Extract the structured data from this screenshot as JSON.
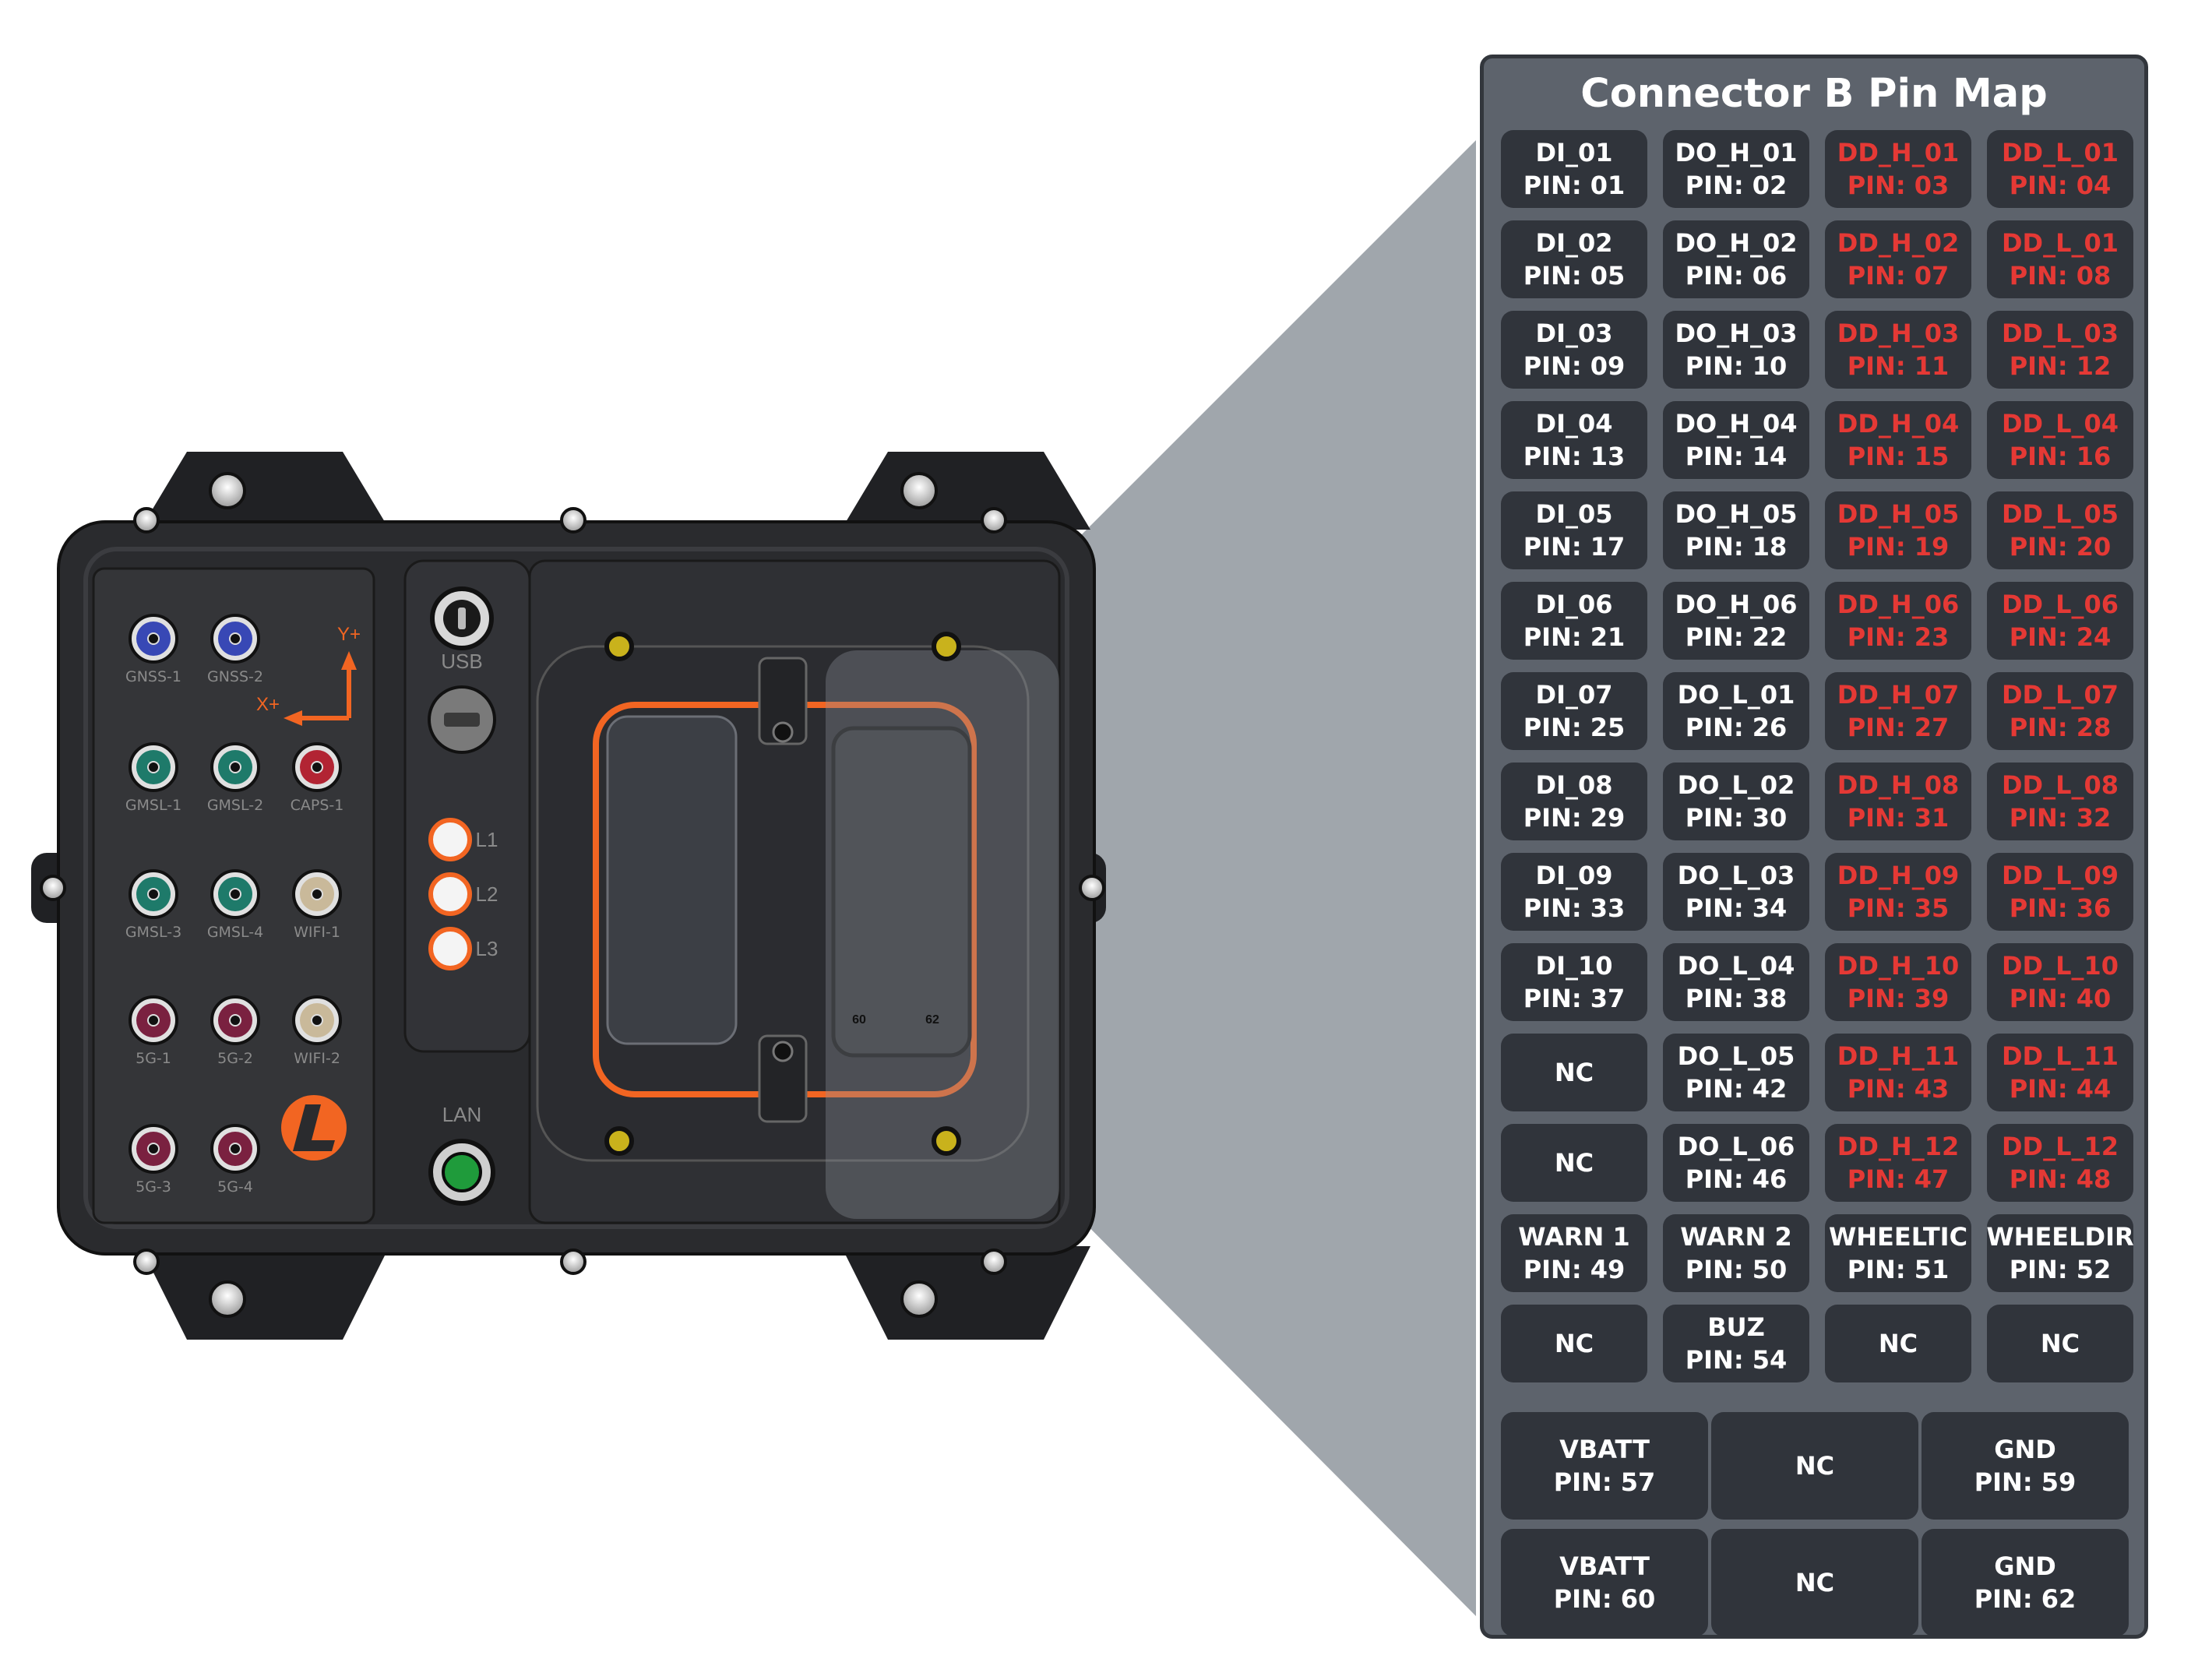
{
  "title": "Connector B Pin Map",
  "colors": {
    "panel": "#5d636c",
    "cell": "#30343b",
    "text": "#ffffff",
    "accent": "#e53935",
    "axis": "#f26522"
  },
  "device": {
    "axis_labels": [
      "Y+",
      "X+"
    ],
    "connectors": [
      {
        "label": "GNSS-1",
        "color": "#3848b5"
      },
      {
        "label": "GNSS-2",
        "color": "#3848b5"
      },
      {
        "label": "GMSL-1",
        "color": "#1e7a6a"
      },
      {
        "label": "GMSL-2",
        "color": "#1e7a6a"
      },
      {
        "label": "CAPS-1",
        "color": "#b22433"
      },
      {
        "label": "GMSL-3",
        "color": "#1e7a6a"
      },
      {
        "label": "GMSL-4",
        "color": "#1e7a6a"
      },
      {
        "label": "WIFI-1",
        "color": "#c9b99a"
      },
      {
        "label": "5G-1",
        "color": "#7a2140"
      },
      {
        "label": "5G-2",
        "color": "#7a2140"
      },
      {
        "label": "WIFI-2",
        "color": "#c9b99a"
      },
      {
        "label": "5G-3",
        "color": "#7a2140"
      },
      {
        "label": "5G-4",
        "color": "#7a2140"
      }
    ],
    "usb_label": "USB",
    "lan_label": "LAN",
    "leds": [
      "L1",
      "L2",
      "L3"
    ],
    "pin_numbers": [
      "60",
      "62"
    ]
  },
  "pin_rows": [
    [
      {
        "name": "DI_01",
        "pin": "PIN: 01"
      },
      {
        "name": "DO_H_01",
        "pin": "PIN: 02"
      },
      {
        "name": "DD_H_01",
        "pin": "PIN: 03",
        "red": true
      },
      {
        "name": "DD_L_01",
        "pin": "PIN: 04",
        "red": true
      }
    ],
    [
      {
        "name": "DI_02",
        "pin": "PIN: 05"
      },
      {
        "name": "DO_H_02",
        "pin": "PIN: 06"
      },
      {
        "name": "DD_H_02",
        "pin": "PIN: 07",
        "red": true
      },
      {
        "name": "DD_L_01",
        "pin": "PIN: 08",
        "red": true
      }
    ],
    [
      {
        "name": "DI_03",
        "pin": "PIN: 09"
      },
      {
        "name": "DO_H_03",
        "pin": "PIN: 10"
      },
      {
        "name": "DD_H_03",
        "pin": "PIN: 11",
        "red": true
      },
      {
        "name": "DD_L_03",
        "pin": "PIN: 12",
        "red": true
      }
    ],
    [
      {
        "name": "DI_04",
        "pin": "PIN: 13"
      },
      {
        "name": "DO_H_04",
        "pin": "PIN: 14"
      },
      {
        "name": "DD_H_04",
        "pin": "PIN: 15",
        "red": true
      },
      {
        "name": "DD_L_04",
        "pin": "PIN: 16",
        "red": true
      }
    ],
    [
      {
        "name": "DI_05",
        "pin": "PIN: 17"
      },
      {
        "name": "DO_H_05",
        "pin": "PIN: 18"
      },
      {
        "name": "DD_H_05",
        "pin": "PIN: 19",
        "red": true
      },
      {
        "name": "DD_L_05",
        "pin": "PIN: 20",
        "red": true
      }
    ],
    [
      {
        "name": "DI_06",
        "pin": "PIN: 21"
      },
      {
        "name": "DO_H_06",
        "pin": "PIN: 22"
      },
      {
        "name": "DD_H_06",
        "pin": "PIN: 23",
        "red": true
      },
      {
        "name": "DD_L_06",
        "pin": "PIN: 24",
        "red": true
      }
    ],
    [
      {
        "name": "DI_07",
        "pin": "PIN: 25"
      },
      {
        "name": "DO_L_01",
        "pin": "PIN: 26"
      },
      {
        "name": "DD_H_07",
        "pin": "PIN: 27",
        "red": true
      },
      {
        "name": "DD_L_07",
        "pin": "PIN: 28",
        "red": true
      }
    ],
    [
      {
        "name": "DI_08",
        "pin": "PIN: 29"
      },
      {
        "name": "DO_L_02",
        "pin": "PIN: 30"
      },
      {
        "name": "DD_H_08",
        "pin": "PIN: 31",
        "red": true
      },
      {
        "name": "DD_L_08",
        "pin": "PIN: 32",
        "red": true
      }
    ],
    [
      {
        "name": "DI_09",
        "pin": "PIN: 33"
      },
      {
        "name": "DO_L_03",
        "pin": "PIN: 34"
      },
      {
        "name": "DD_H_09",
        "pin": "PIN: 35",
        "red": true
      },
      {
        "name": "DD_L_09",
        "pin": "PIN: 36",
        "red": true
      }
    ],
    [
      {
        "name": "DI_10",
        "pin": "PIN: 37"
      },
      {
        "name": "DO_L_04",
        "pin": "PIN: 38"
      },
      {
        "name": "DD_H_10",
        "pin": "PIN: 39",
        "red": true
      },
      {
        "name": "DD_L_10",
        "pin": "PIN: 40",
        "red": true
      }
    ],
    [
      {
        "name": "NC",
        "pin": ""
      },
      {
        "name": "DO_L_05",
        "pin": "PIN: 42"
      },
      {
        "name": "DD_H_11",
        "pin": "PIN: 43",
        "red": true
      },
      {
        "name": "DD_L_11",
        "pin": "PIN: 44",
        "red": true
      }
    ],
    [
      {
        "name": "NC",
        "pin": ""
      },
      {
        "name": "DO_L_06",
        "pin": "PIN: 46"
      },
      {
        "name": "DD_H_12",
        "pin": "PIN: 47",
        "red": true
      },
      {
        "name": "DD_L_12",
        "pin": "PIN: 48",
        "red": true
      }
    ],
    [
      {
        "name": "WARN 1",
        "pin": "PIN: 49"
      },
      {
        "name": "WARN 2",
        "pin": "PIN: 50"
      },
      {
        "name": "WHEELTIC",
        "pin": "PIN: 51"
      },
      {
        "name": "WHEELDIR",
        "pin": "PIN: 52"
      }
    ],
    [
      {
        "name": "NC",
        "pin": ""
      },
      {
        "name": "BUZ",
        "pin": "PIN: 54"
      },
      {
        "name": "NC",
        "pin": ""
      },
      {
        "name": "NC",
        "pin": ""
      }
    ]
  ],
  "power_rows": [
    [
      {
        "name": "VBATT",
        "pin": "PIN: 57"
      },
      {
        "name": "NC",
        "pin": ""
      },
      {
        "name": "GND",
        "pin": "PIN: 59"
      }
    ],
    [
      {
        "name": "VBATT",
        "pin": "PIN: 60"
      },
      {
        "name": "NC",
        "pin": ""
      },
      {
        "name": "GND",
        "pin": "PIN: 62"
      }
    ]
  ]
}
